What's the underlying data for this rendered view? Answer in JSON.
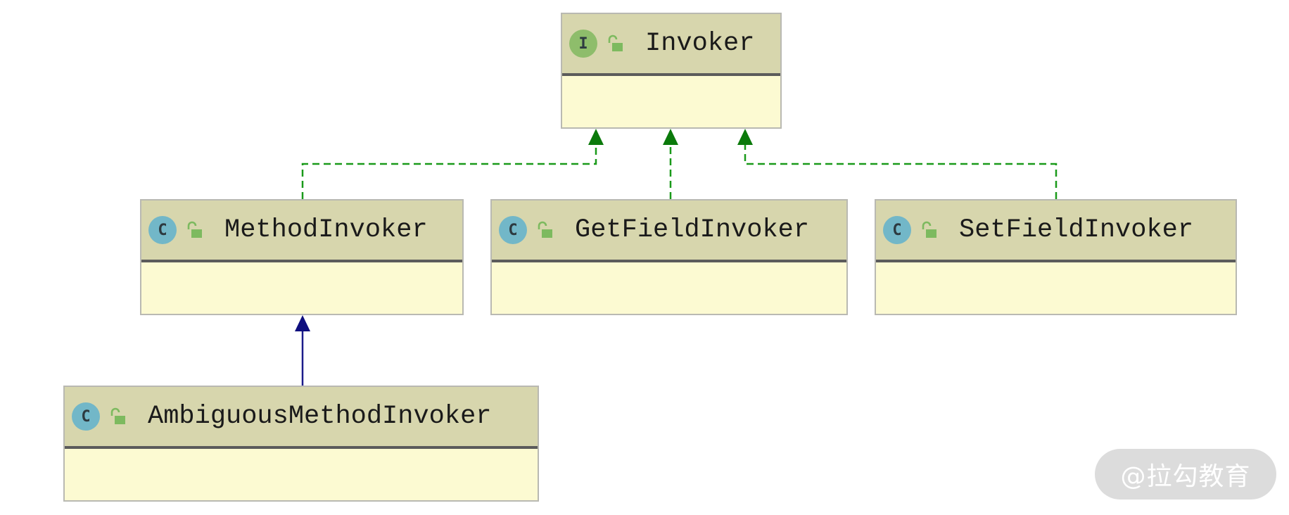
{
  "colors": {
    "header_fill": "#d7d6ad",
    "body_fill": "#fcfad2",
    "interface_badge": "#8ebd6b",
    "class_badge": "#72b7c8",
    "lock_icon": "#7dba5f",
    "implements_edge": "#1a9a1a",
    "implements_arrow": "#0b7a0b",
    "extends_edge": "#1c1c8a"
  },
  "nodes": {
    "invoker": {
      "kind": "I",
      "kind_icon": "interface-icon",
      "visibility_icon": "unlocked-icon",
      "name": "Invoker"
    },
    "method_invoker": {
      "kind": "C",
      "kind_icon": "class-icon",
      "visibility_icon": "unlocked-icon",
      "name": "MethodInvoker"
    },
    "get_field_invoker": {
      "kind": "C",
      "kind_icon": "class-icon",
      "visibility_icon": "unlocked-icon",
      "name": "GetFieldInvoker"
    },
    "set_field_invoker": {
      "kind": "C",
      "kind_icon": "class-icon",
      "visibility_icon": "unlocked-icon",
      "name": "SetFieldInvoker"
    },
    "ambiguous_method_invoker": {
      "kind": "C",
      "kind_icon": "class-icon",
      "visibility_icon": "unlocked-icon",
      "name": "AmbiguousMethodInvoker"
    }
  },
  "edges": [
    {
      "from": "MethodInvoker",
      "to": "Invoker",
      "relation": "implements",
      "style": "dashed"
    },
    {
      "from": "GetFieldInvoker",
      "to": "Invoker",
      "relation": "implements",
      "style": "dashed"
    },
    {
      "from": "SetFieldInvoker",
      "to": "Invoker",
      "relation": "implements",
      "style": "dashed"
    },
    {
      "from": "AmbiguousMethodInvoker",
      "to": "MethodInvoker",
      "relation": "extends",
      "style": "solid"
    }
  ],
  "watermark": {
    "text": "@拉勾教育"
  }
}
